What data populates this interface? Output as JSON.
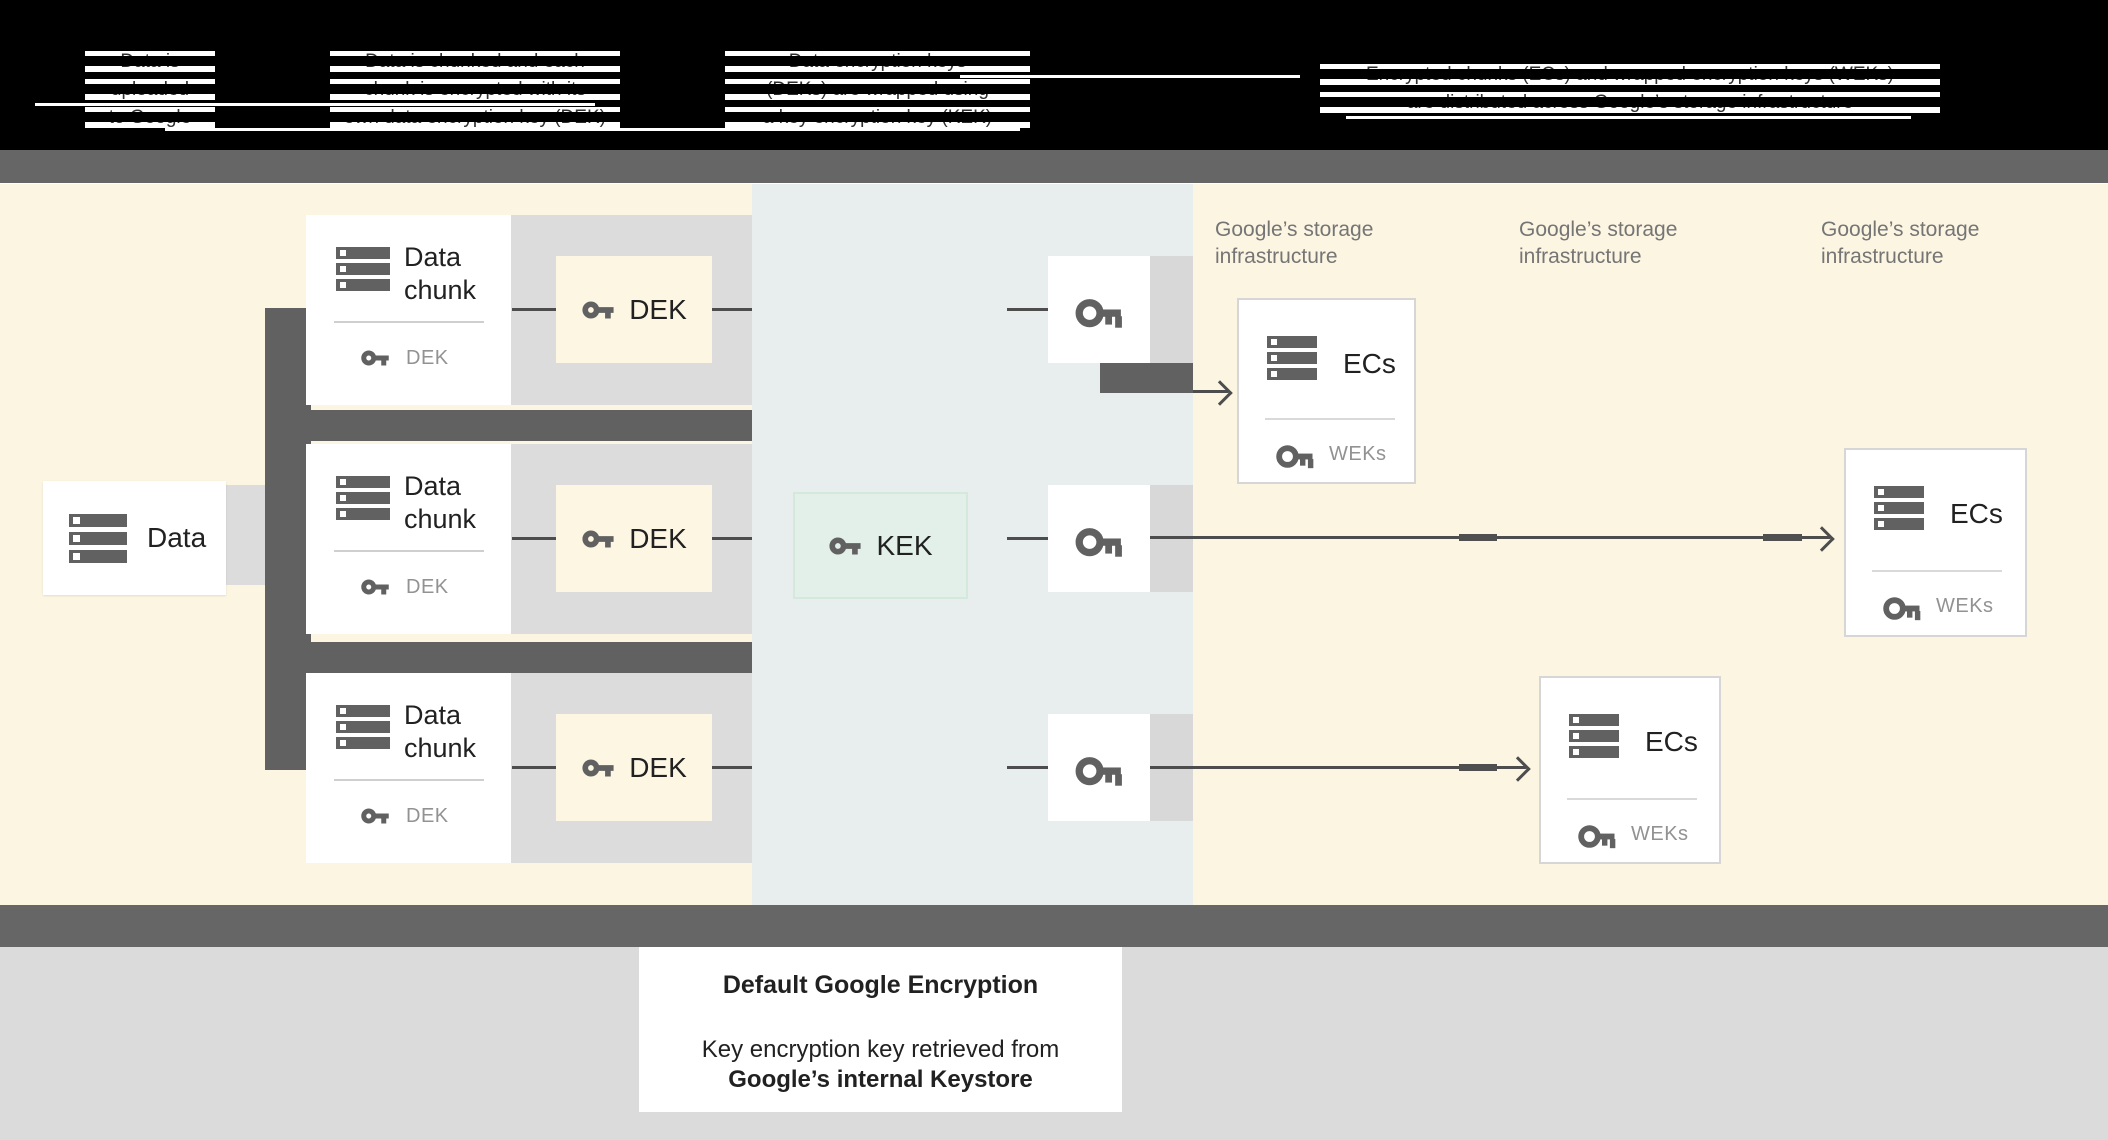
{
  "header": {
    "step1_lines": [
      "Data is",
      "uploaded",
      "to Google"
    ],
    "step2_lines": [
      "Data is chunked and each",
      "chunk is encrypted with its",
      "own data encryption key (DEK)"
    ],
    "step3_lines": [
      "Data encryption keys",
      "(DEKs) are wrapped using",
      "a key encryption key (KEK)"
    ],
    "step4_lines": [
      "Encrypted chunks (ECs) and wrapped encryption keys (WEKs)",
      "are distributed across Google’s storage infrastructure"
    ]
  },
  "diagram": {
    "data_box_label": "Data",
    "chunk_rows": [
      {
        "title_line1": "Data",
        "title_line2": "chunk",
        "chunk_key_label": "DEK",
        "dek_box_label": "DEK"
      },
      {
        "title_line1": "Data",
        "title_line2": "chunk",
        "chunk_key_label": "DEK",
        "dek_box_label": "DEK"
      },
      {
        "title_line1": "Data",
        "title_line2": "chunk",
        "chunk_key_label": "DEK",
        "dek_box_label": "DEK"
      }
    ],
    "kek_box_label": "KEK",
    "storage_label_line1": "Google’s storage",
    "storage_label_line2": "infrastructure",
    "ecs_boxes": [
      {
        "label": "ECs",
        "keys_label": "WEKs"
      },
      {
        "label": "ECs",
        "keys_label": "WEKs"
      },
      {
        "label": "ECs",
        "keys_label": "WEKs"
      }
    ]
  },
  "caption": {
    "title": "Default Google Encryption",
    "line1": "Key encryption key retrieved from",
    "line2": "Google’s internal Keystore"
  },
  "colors": {
    "background_side": "#fcf5e2",
    "background_middle": "#e8edee",
    "dek_box": "#fdf6e3",
    "kek_box": "#e2f0e9",
    "dark_gray": "#616161",
    "separator_band": "#666666",
    "backing_gray": "#dcdcdc",
    "footer_gray": "#dbdbdb",
    "text_dark": "#212121",
    "text_gray": "#757575"
  }
}
